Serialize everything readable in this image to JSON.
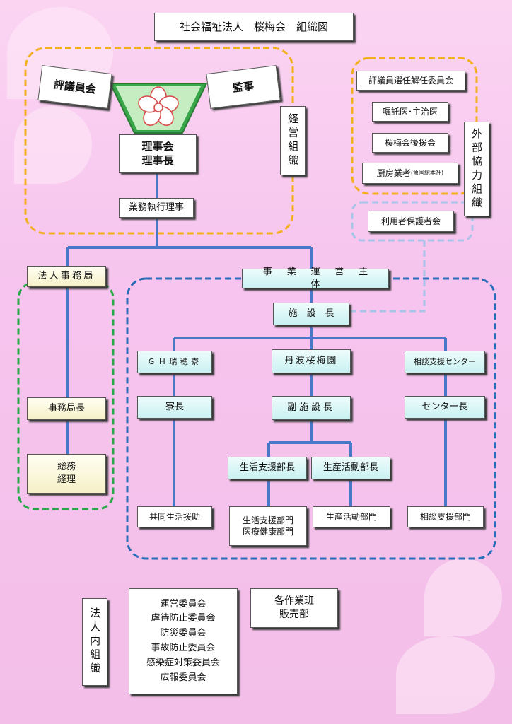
{
  "title": "社会福祉法人　桜梅会　組織図",
  "colors": {
    "line": "#4a78c8",
    "orange_dash": "#f2b01e",
    "blue_dash": "#2a6db8",
    "green_dash": "#2aa84a",
    "lightblue_dash": "#a8c4e8",
    "emblem_green": "#3aa64a"
  },
  "management": {
    "councilors": "評議員会",
    "auditor": "監事",
    "board_line1": "理事会",
    "board_line2": "理事長",
    "executive": "業務執行理事",
    "vertical_label": "経営組織"
  },
  "external": {
    "selection_committee": "評議員選任解任委員会",
    "doctor": "嘱託医･主治医",
    "support_club": "桜梅会後援会",
    "kitchen": "厨房業者",
    "kitchen_note": "(魚国総本社)",
    "guardians": "利用者保護者会",
    "vertical_label": "外部協力組織"
  },
  "office": {
    "head": "法人事務局",
    "director": "事務局長",
    "general_line1": "総務",
    "general_line2": "経理"
  },
  "operations": {
    "head": "事業運営主体",
    "facility_director": "施設長",
    "gh": "ＧＨ瑞穂寮",
    "tanba": "丹波桜梅園",
    "consult_center": "相談支援センター",
    "dorm_head": "寮長",
    "vice_director": "副施設長",
    "center_head": "センター長",
    "life_support_head": "生活支援部長",
    "production_head": "生産活動部長",
    "group_life": "共同生活援助",
    "life_support_dept1": "生活支援部門",
    "life_support_dept2": "医療健康部門",
    "production_dept": "生産活動部門",
    "consult_dept": "相談支援部門"
  },
  "internal": {
    "vertical_label": "法人内組織",
    "committees": [
      "運営委員会",
      "虐待防止委員会",
      "防災委員会",
      "事故防止委員会",
      "感染症対策委員会",
      "広報委員会"
    ],
    "work_groups_line1": "各作業班",
    "work_groups_line2": "販売部"
  }
}
